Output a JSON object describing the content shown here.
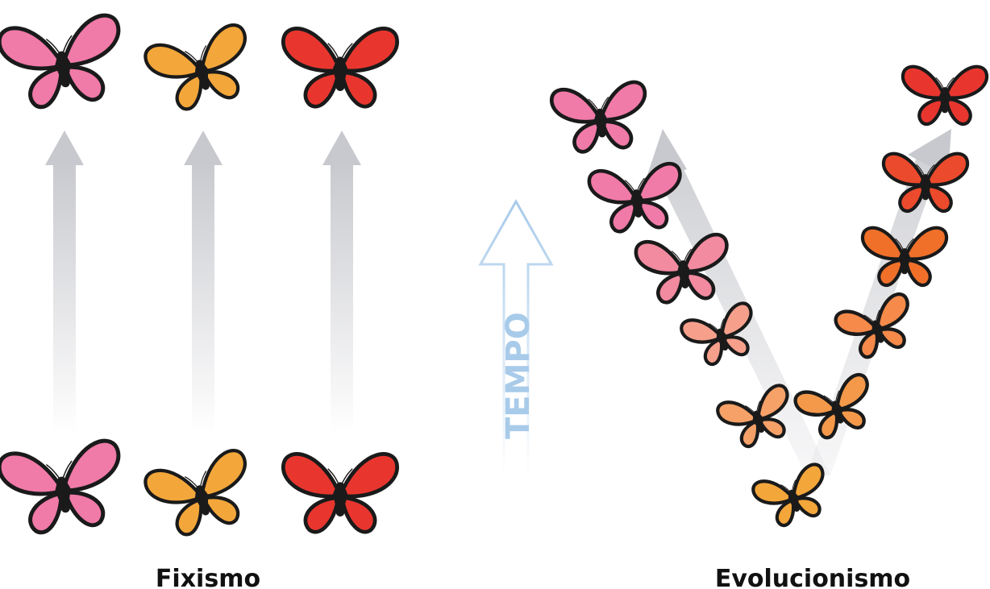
{
  "labels": {
    "fixism": "Fixismo",
    "evolutionism": "Evolucionismo",
    "time": "TEMPO"
  },
  "colors": {
    "pink": "#f07aa8",
    "orange": "#f3a63a",
    "red": "#e8362f",
    "salmon": "#f6a08c",
    "deep-orange": "#f0702a",
    "wing-border": "#1a1a1a",
    "arrow-gray": "#c8c9ce",
    "time-arrow": "#a9cbea"
  },
  "icons": {
    "butterfly": "butterfly-icon",
    "arrow": "up-arrow-icon",
    "time_arrow": "time-arrow-icon"
  }
}
